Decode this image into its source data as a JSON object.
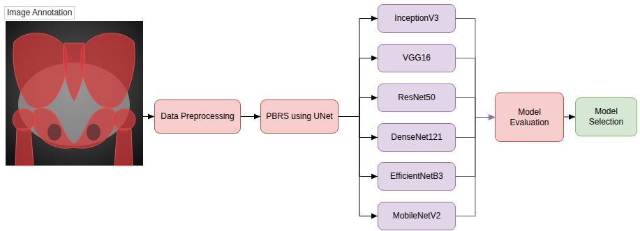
{
  "diagram": {
    "nodes": [
      {
        "text": [
          "Image Annotation"
        ]
      },
      {
        "text": [
          "Data Preprocessing"
        ]
      },
      {
        "text": [
          "PBRS using UNet"
        ]
      },
      {
        "text": [
          "InceptionV3"
        ]
      },
      {
        "text": [
          "VGG16"
        ]
      },
      {
        "text": [
          "ResNet50"
        ]
      },
      {
        "text": [
          "DenseNet121"
        ]
      },
      {
        "text": [
          "EfficientNetB3"
        ]
      },
      {
        "text": [
          "MobileNetV2"
        ]
      },
      {
        "text": [
          "Model Evaluation"
        ]
      },
      {
        "text": [
          "Model Selection"
        ]
      }
    ],
    "edges": [
      {
        "from": 0,
        "to": 1,
        "arrow": "to"
      },
      {
        "from": 1,
        "to": 2,
        "arrow": "to"
      },
      {
        "from": 2,
        "to": 3,
        "arrow": "to"
      },
      {
        "from": 2,
        "to": 4,
        "arrow": "to"
      },
      {
        "from": 2,
        "to": 5,
        "arrow": "to"
      },
      {
        "from": 2,
        "to": 6,
        "arrow": "to"
      },
      {
        "from": 2,
        "to": 7,
        "arrow": "to"
      },
      {
        "from": 2,
        "to": 8,
        "arrow": "to"
      },
      {
        "from": 3,
        "to": 9,
        "arrow": "to"
      },
      {
        "from": 4,
        "to": 9,
        "arrow": "to"
      },
      {
        "from": 5,
        "to": 9,
        "arrow": "to"
      },
      {
        "from": 6,
        "to": 9,
        "arrow": "to"
      },
      {
        "from": 7,
        "to": 9,
        "arrow": "to"
      },
      {
        "from": 8,
        "to": 9,
        "arrow": "to"
      },
      {
        "from": 9,
        "to": 10,
        "arrow": "to"
      }
    ]
  }
}
